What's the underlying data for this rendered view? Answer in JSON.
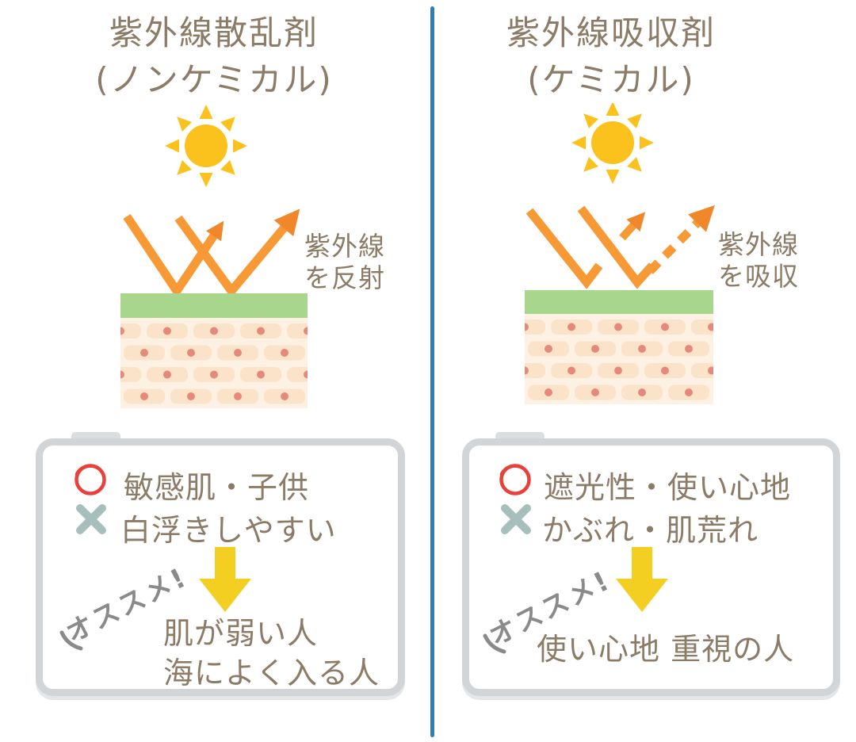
{
  "colors": {
    "text_brown": "#8C7B66",
    "divider_blue": "#2E7FB4",
    "sun_yellow": "#FBC21D",
    "arrow_orange": "#F79A35",
    "arrowhead_orange": "#F0882B",
    "surface_green": "#A8D68C",
    "skin_bg": "#FCF1E2",
    "skin_cell": "#FBE3C9",
    "skin_dot": "#E4897B",
    "good_red": "#E8403A",
    "bad_teal": "#A6BFBC",
    "down_arrow_yellow": "#F2CF20",
    "handwriting_gray": "#8A8A8A",
    "box_border_gray": "#D2D5D7"
  },
  "left_panel": {
    "title_line1": "紫外線散乱剤",
    "title_line2": "(ノンケミカル)",
    "uv_label_line1": "紫外線",
    "uv_label_line2": "を反射",
    "pro_text": "敏感肌・子供",
    "con_text": "白浮きしやすい",
    "recommend_label": "オススメ!",
    "recommend_line1": "肌が弱い人",
    "recommend_line2": "海によく入る人"
  },
  "right_panel": {
    "title_line1": "紫外線吸収剤",
    "title_line2": "(ケミカル)",
    "uv_label_line1": "紫外線",
    "uv_label_line2": "を吸収",
    "pro_text": "遮光性・使い心地",
    "con_text": "かぶれ・肌荒れ",
    "recommend_label": "オススメ!",
    "recommend_line1": "使い心地 重視の人"
  }
}
